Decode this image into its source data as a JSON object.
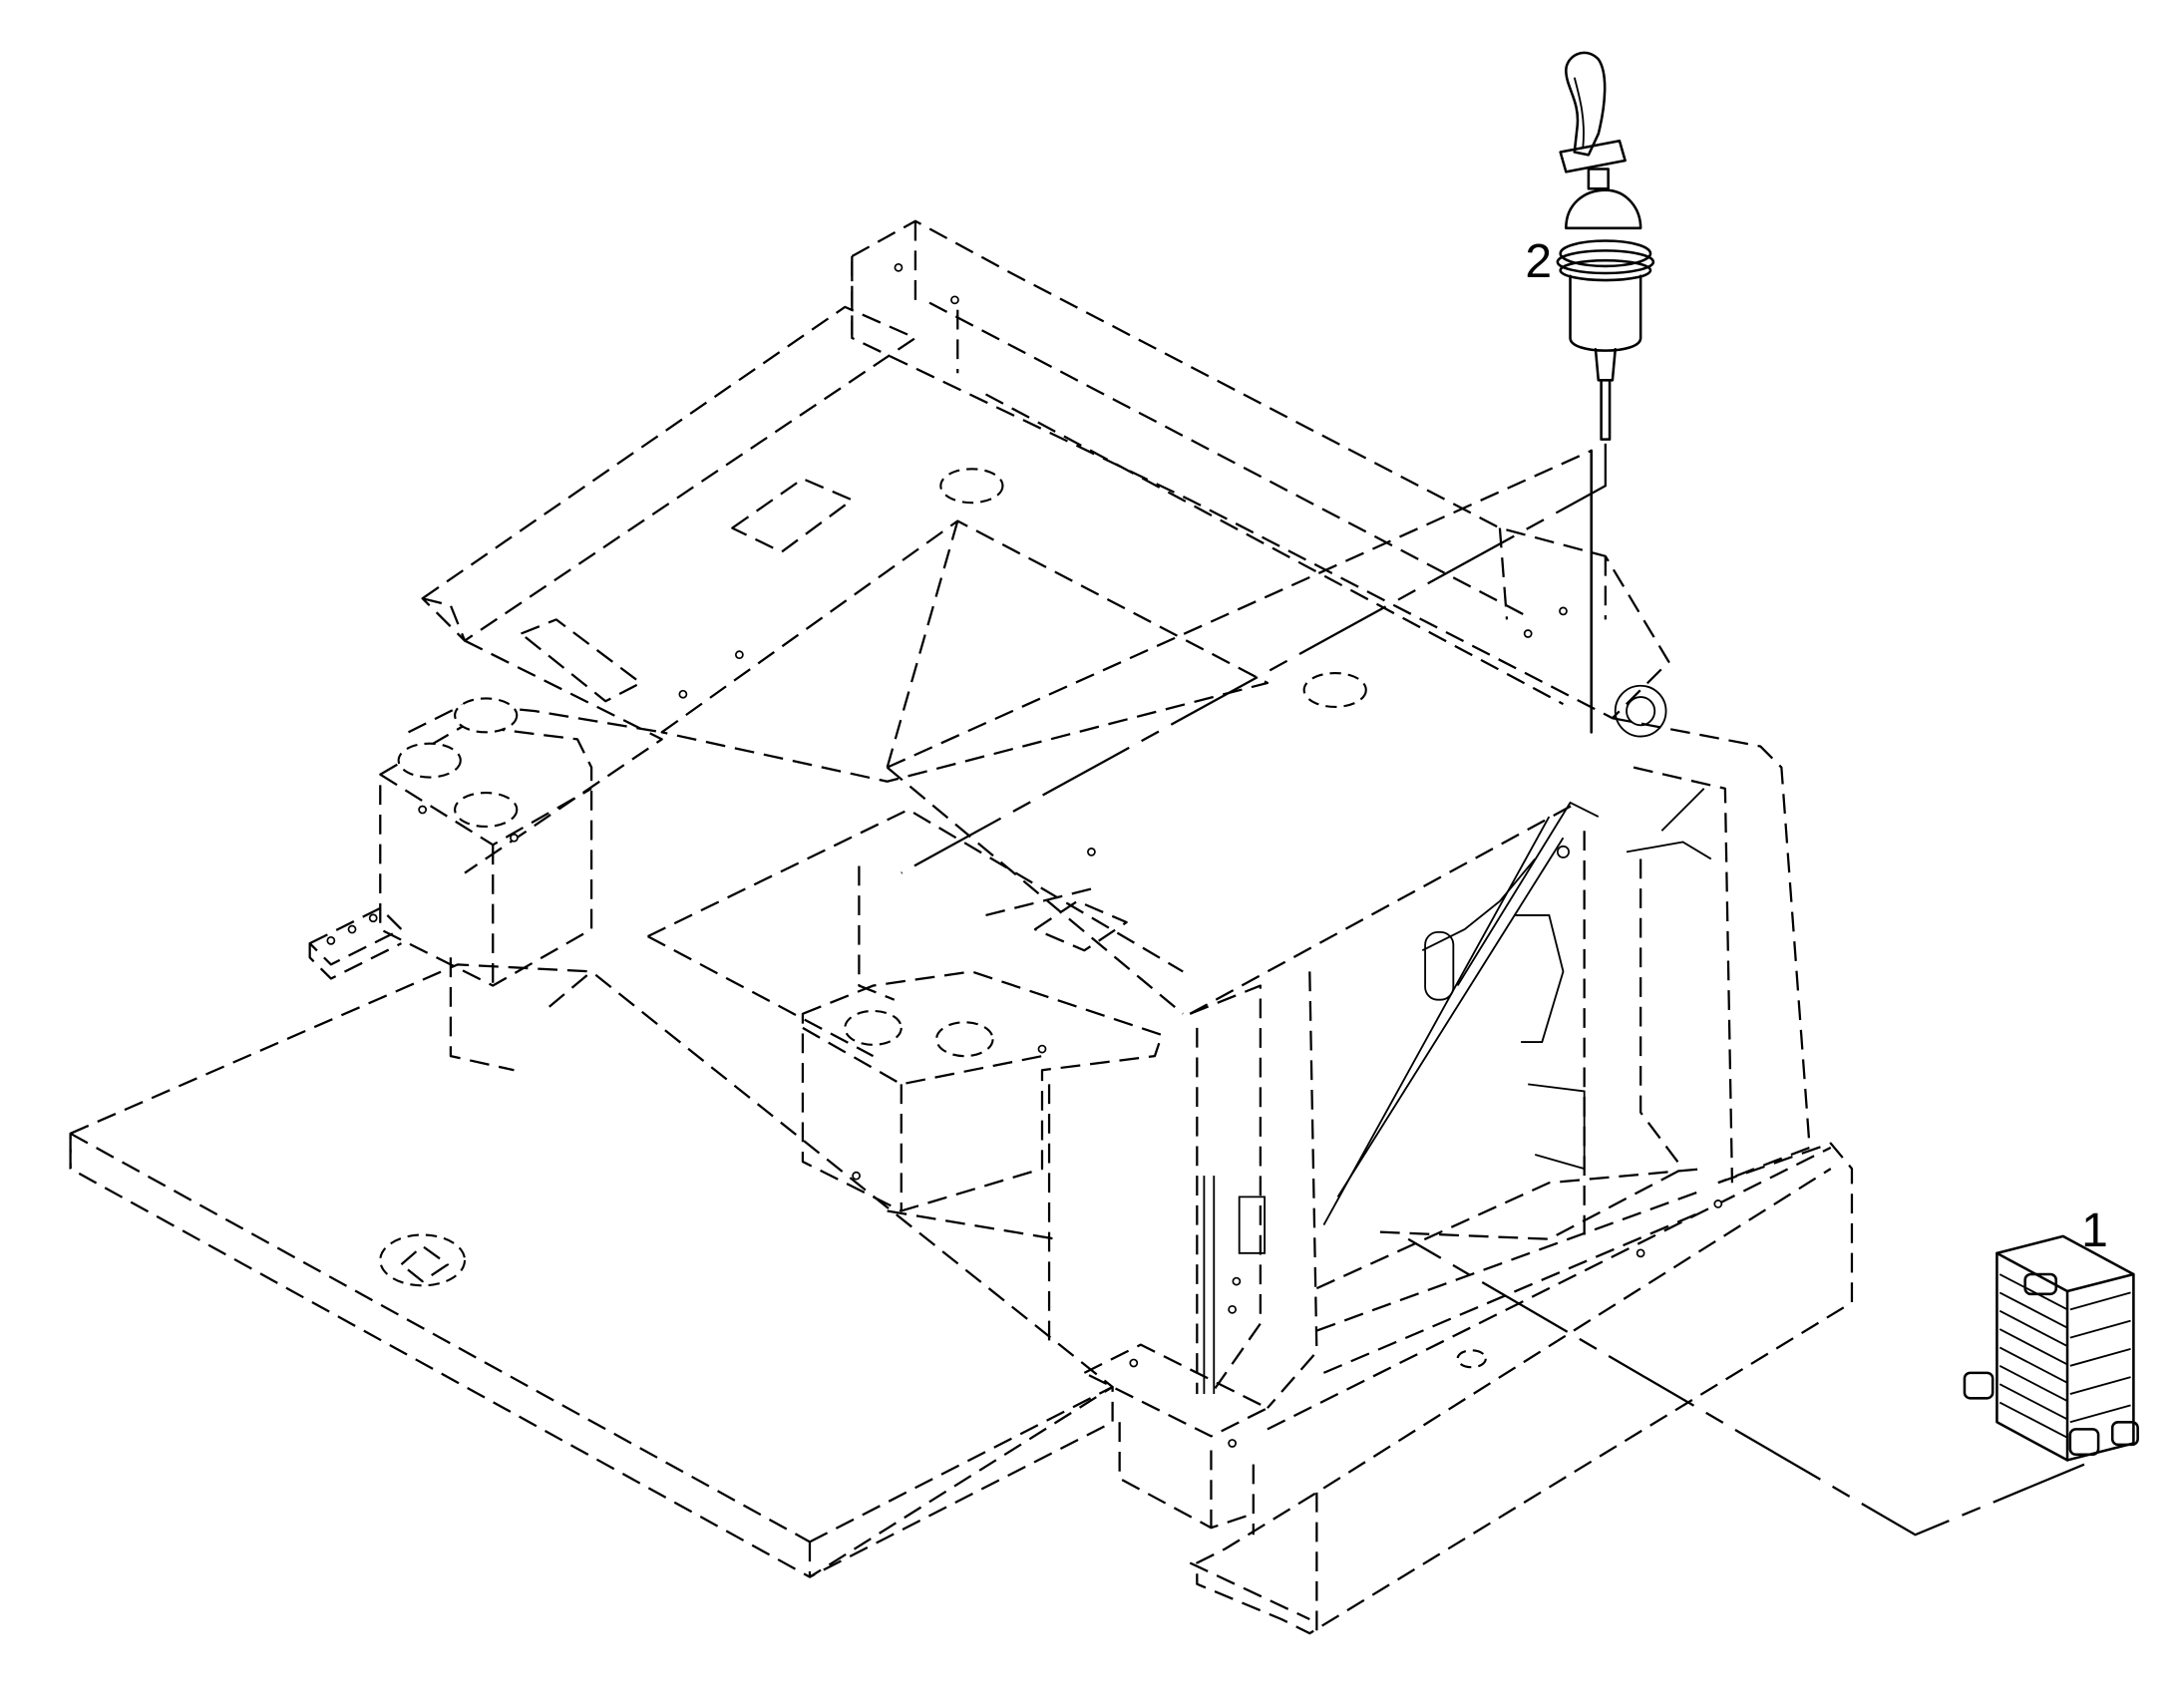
{
  "callouts": [
    {
      "label": "1",
      "part": "electronic-control-unit"
    },
    {
      "label": "2",
      "part": "joystick-control-lever"
    }
  ]
}
